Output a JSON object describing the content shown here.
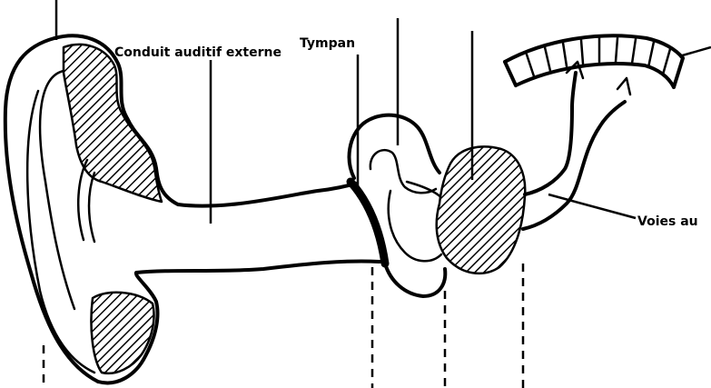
{
  "labels": {
    "conduit": "Conduit auditif externe",
    "tympan": "Tympan",
    "voies": "Voies au"
  }
}
